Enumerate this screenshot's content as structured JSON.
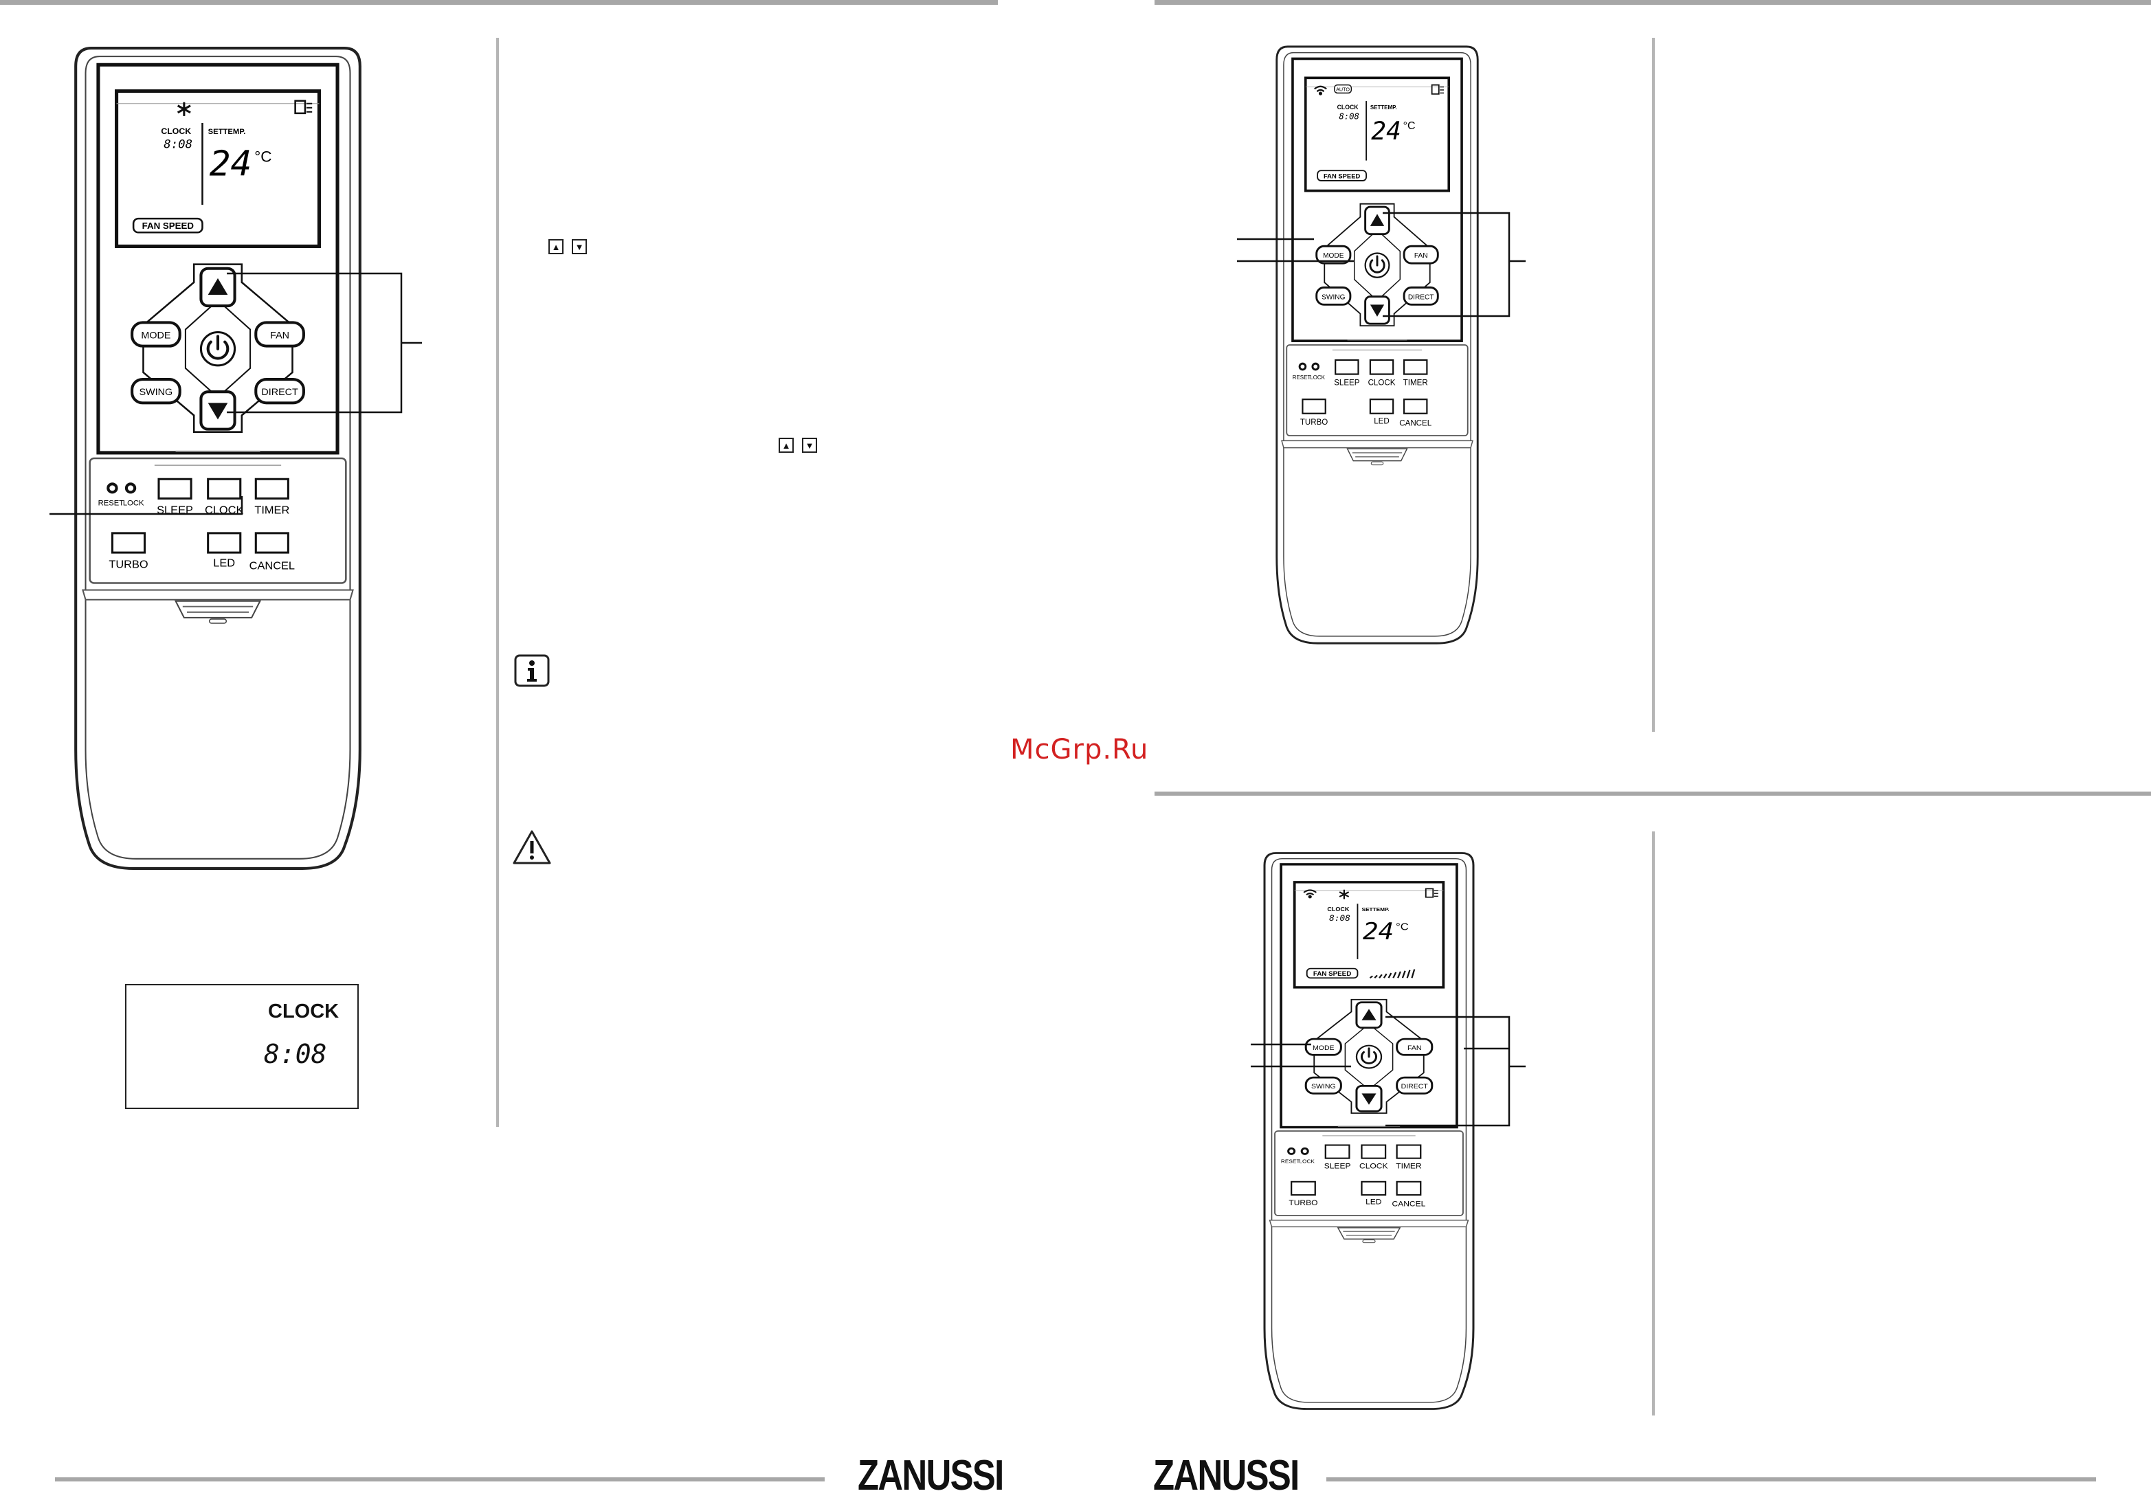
{
  "brand": "ZANUSSI",
  "watermark": "McGrp.Ru",
  "icons": {
    "info": "info-icon",
    "warning": "warning-icon",
    "power": "power-icon",
    "snowflake": "snowflake-icon",
    "wifi": "wifi-icon",
    "fan_mode": "fan-mode-icon",
    "arrow_up": "arrow-up-icon",
    "arrow_down": "arrow-down-icon"
  },
  "remote": {
    "display": {
      "clock_label": "CLOCK",
      "clock_time": "8:08",
      "set_temp_label": "SETTEMP.",
      "temp_value": "24",
      "temp_unit": "°C",
      "fan_speed_label": "FAN SPEED",
      "auto_badge": "AUTO"
    },
    "buttons": {
      "mode": "MODE",
      "fan": "FAN",
      "swing": "SWING",
      "direct": "DIRECT",
      "reset": "RESET",
      "lock": "LOCK",
      "sleep": "SLEEP",
      "clock": "CLOCK",
      "timer": "TIMER",
      "turbo": "TURBO",
      "led": "LED",
      "cancel": "CANCEL"
    }
  },
  "clock_detail": {
    "label": "CLOCK",
    "time": "8:08"
  },
  "colors": {
    "rule": "#a7a7a7",
    "ink": "#111111",
    "watermark": "#d32121"
  }
}
